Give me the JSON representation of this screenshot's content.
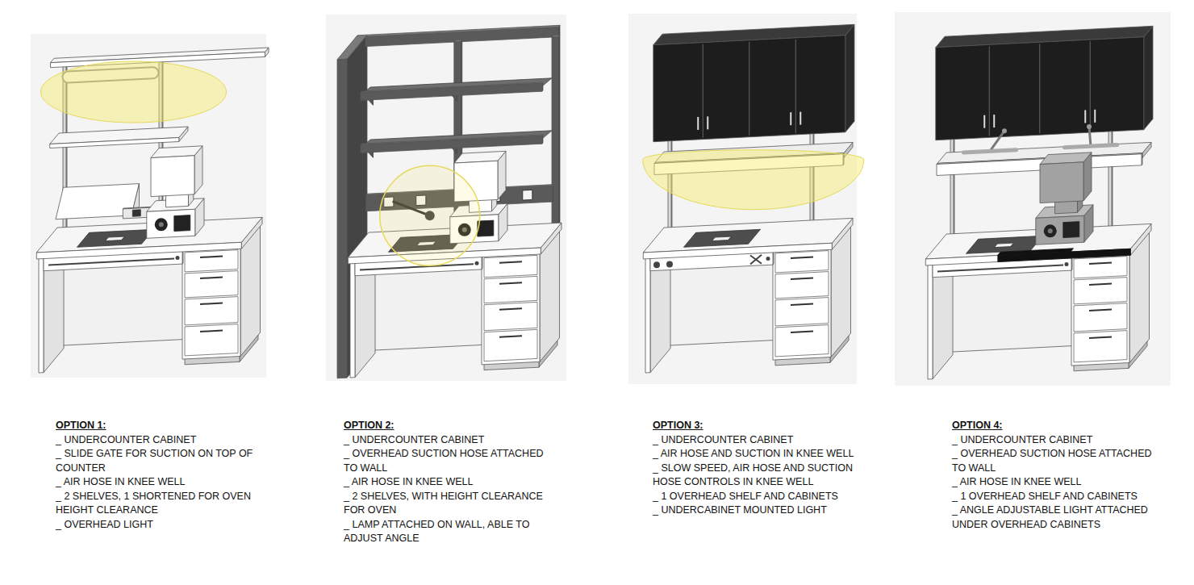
{
  "diagram": {
    "labels": [
      "OPTION 1:",
      "_ UNDERCOUNTER CABINET",
      "_ SLIDE GATE FOR SUCTION ON TOP OF COUNTER",
      "_ AIR HOSE IN KNEE WELL",
      "_ 2 SHELVES, 1 SHORTENED FOR OVEN HEIGHT CLEARANCE",
      "_ OVERHEAD LIGHT",
      "OPTION 2:",
      "_ UNDERCOUNTER CABINET",
      "_ OVERHEAD SUCTION HOSE ATTACHED TO WALL",
      "_ AIR HOSE IN KNEE WELL",
      "_ 2 SHELVES, WITH HEIGHT CLEARANCE FOR OVEN",
      "_ LAMP ATTACHED ON WALL, ABLE TO ADJUST ANGLE",
      "OPTION 3:",
      "_ UNDERCOUNTER CABINET",
      "_ AIR HOSE AND SUCTION IN KNEE WELL",
      "_ SLOW SPEED, AIR HOSE AND SUCTION HOSE CONTROLS IN KNEE WELL",
      "_ 1 OVERHEAD SHELF AND CABINETS",
      "_ UNDERCABINET MOUNTED LIGHT",
      "OPTION 4:",
      "_ UNDERCOUNTER CABINET",
      "_ OVERHEAD SUCTION HOSE ATTACHED TO WALL",
      "_ AIR HOSE IN KNEE WELL",
      "_ 1 OVERHEAD SHELF AND CABINETS",
      "_ ANGLE ADJUSTABLE LIGHT ATTACHED UNDER OVERHEAD CABINETS"
    ]
  }
}
